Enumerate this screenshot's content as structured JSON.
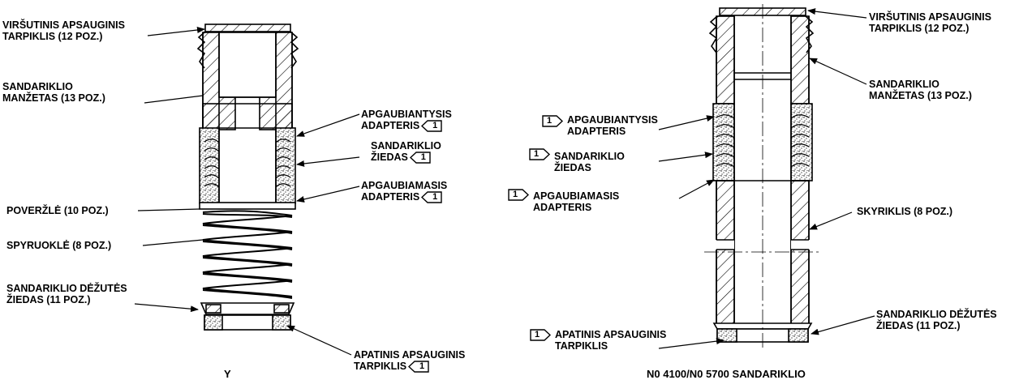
{
  "left": {
    "top_wiper": [
      "VIRŠUTINIS APSAUGINIS",
      "TARPIKLIS (12 POZ.)"
    ],
    "packing_box_ring_top": [
      "SANDARIKLIO",
      "MANŽETAS (13 POZ.)"
    ],
    "female_adapter": [
      "APGAUBIANTYSIS",
      "ADAPTERIS"
    ],
    "packing_ring": [
      "SANDARIKLIO",
      "ŽIEDAS"
    ],
    "male_adapter": [
      "APGAUBIAMASIS",
      "ADAPTERIS"
    ],
    "washer": "POVERŽLĖ (10 POZ.)",
    "spring": "SPYRUOKLĖ (8 POZ.)",
    "packing_box_ring": [
      "SANDARIKLIO DĖŽUTĖS",
      "ŽIEDAS (11 POZ.)"
    ],
    "bottom_wiper": [
      "APATINIS  APSAUGINIS",
      "TARPIKLIS"
    ],
    "caption": "Y"
  },
  "right": {
    "top_wiper": [
      "VIRŠUTINIS APSAUGINIS",
      "TARPIKLIS (12 POZ.)"
    ],
    "packing_box_ring_top": [
      "SANDARIKLIO",
      "MANŽETAS (13 POZ.)"
    ],
    "female_adapter": [
      "APGAUBIANTYSIS",
      "ADAPTERIS"
    ],
    "packing_ring": [
      "SANDARIKLIO",
      "ŽIEDAS"
    ],
    "male_adapter": [
      "APGAUBIAMASIS",
      "ADAPTERIS"
    ],
    "spacer": "SKYRIKLIS (8 POZ.)",
    "packing_box_ring": [
      "SANDARIKLIO DĖŽUTĖS",
      "ŽIEDAS (11 POZ.)"
    ],
    "bottom_wiper": [
      "APATINIS  APSAUGINIS",
      "TARPIKLIS"
    ],
    "caption": "N0 4100/N0 5700 SANDARIKLIO"
  },
  "flag_number": "1"
}
